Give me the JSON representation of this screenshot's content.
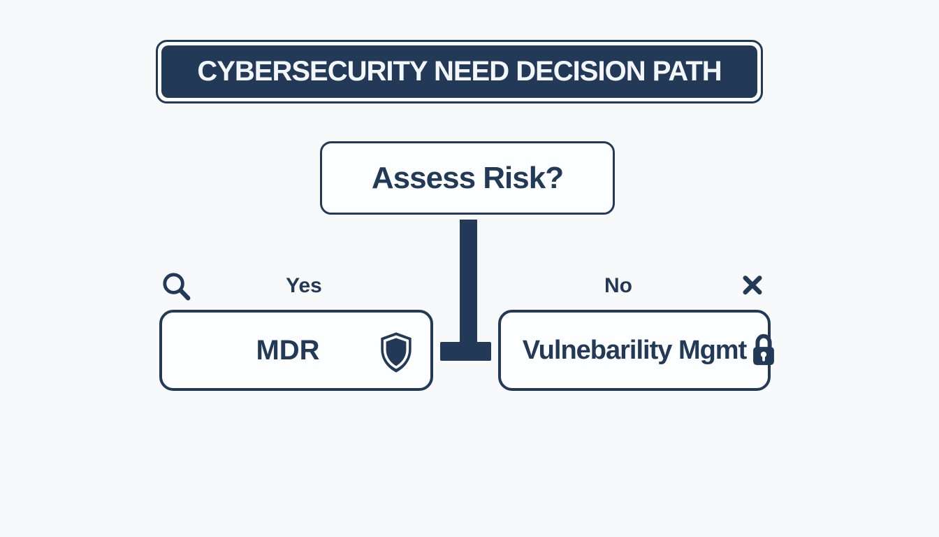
{
  "theme": {
    "navy": "#223a57",
    "box_background": "#fdfeff",
    "page_background": "#f7f9fb",
    "title_text_color": "#f4f7fa"
  },
  "title": {
    "text": "CYBERSECURITY NEED DECISION PATH"
  },
  "decision": {
    "label": "Assess Risk?"
  },
  "branches": {
    "yes": {
      "label": "Yes",
      "result": "MDR",
      "branch_icon": "search-icon",
      "result_icon": "shield-icon"
    },
    "no": {
      "label": "No",
      "result": "Vulnebarility Mgmt",
      "branch_icon": "close-icon",
      "result_icon": "lock-icon"
    }
  }
}
